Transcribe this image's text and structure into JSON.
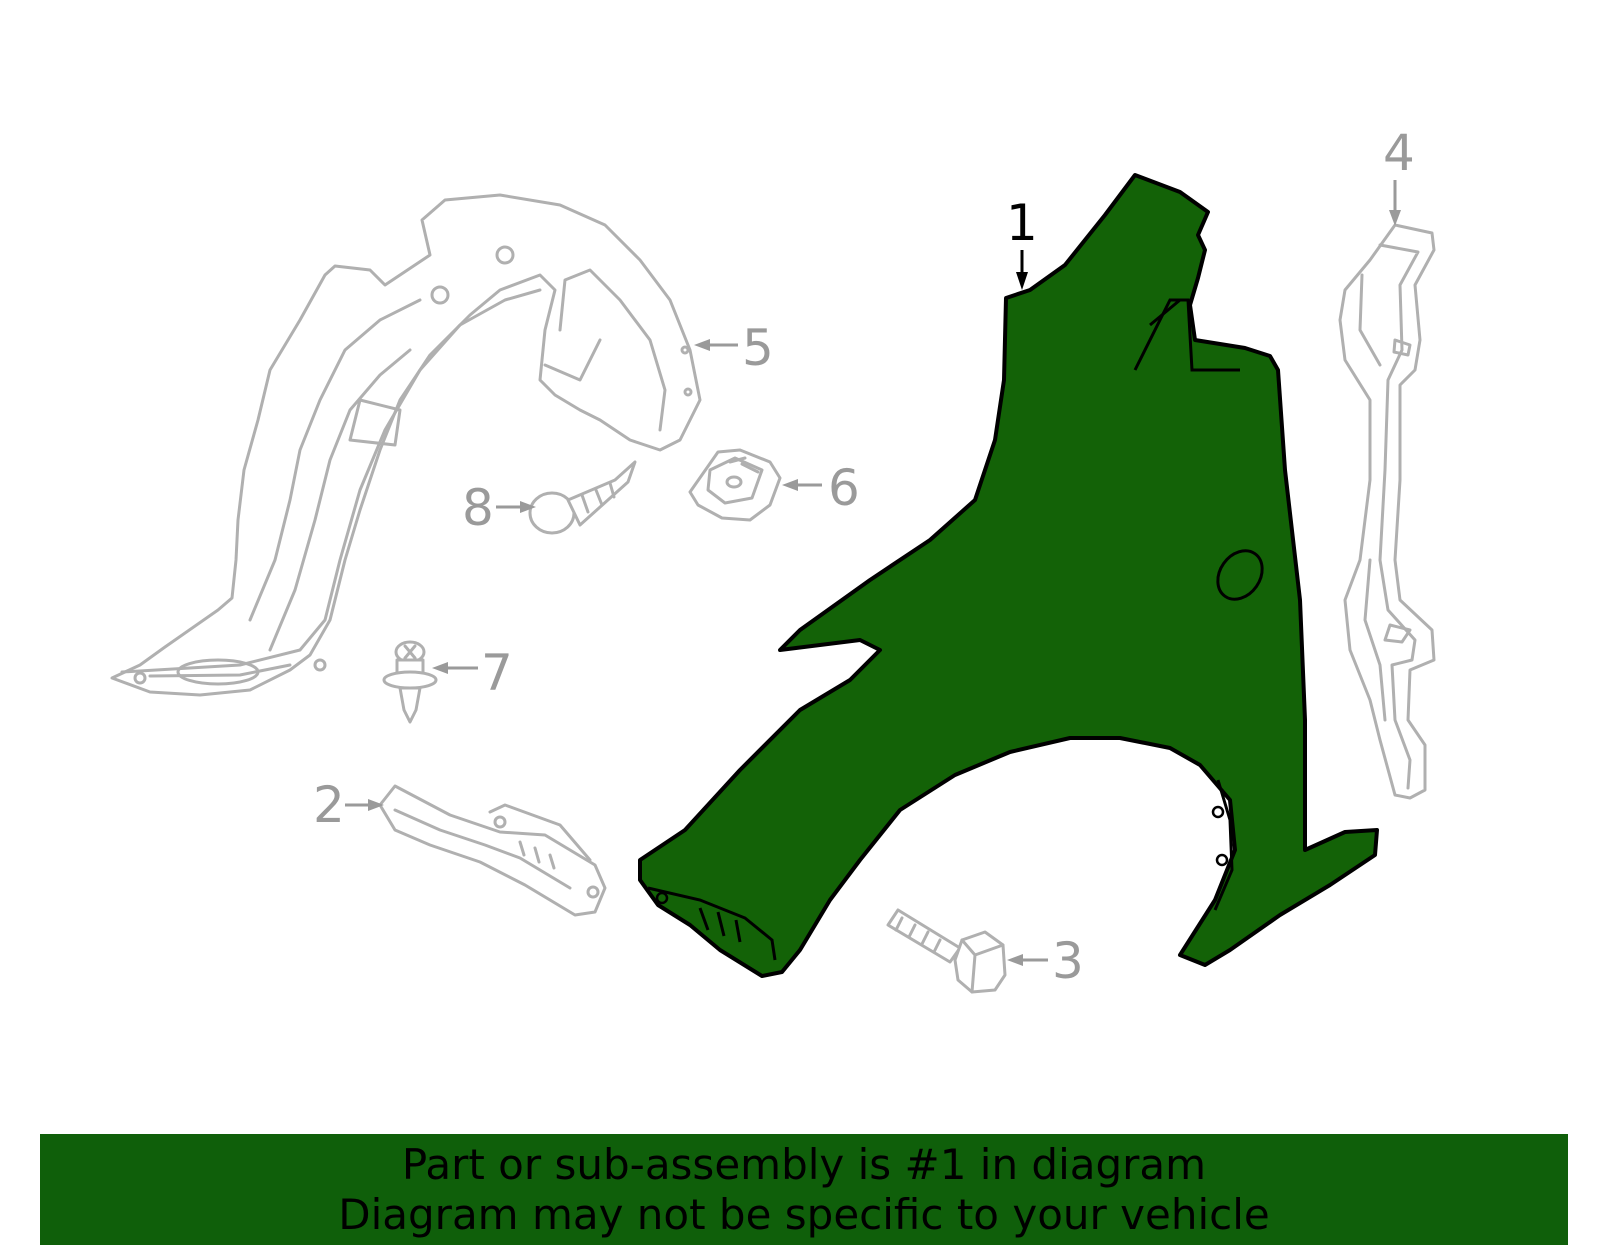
{
  "callouts": {
    "c1": "1",
    "c2": "2",
    "c3": "3",
    "c4": "4",
    "c5": "5",
    "c6": "6",
    "c7": "7",
    "c8": "8"
  },
  "banner": {
    "line1": "Part or sub-assembly is #1 in diagram",
    "line2": "Diagram may not be specific to your vehicle"
  },
  "colors": {
    "highlight": "#136207",
    "banner": "#0f5f0a",
    "ghost": "#b0b0b0"
  },
  "parts": {
    "p1": "fender-icon",
    "p2": "bracket-icon",
    "p3": "bolt-icon",
    "p4": "support-bracket-icon",
    "p5": "fender-liner-icon",
    "p6": "clip-nut-icon",
    "p7": "push-clip-icon",
    "p8": "screw-icon"
  }
}
